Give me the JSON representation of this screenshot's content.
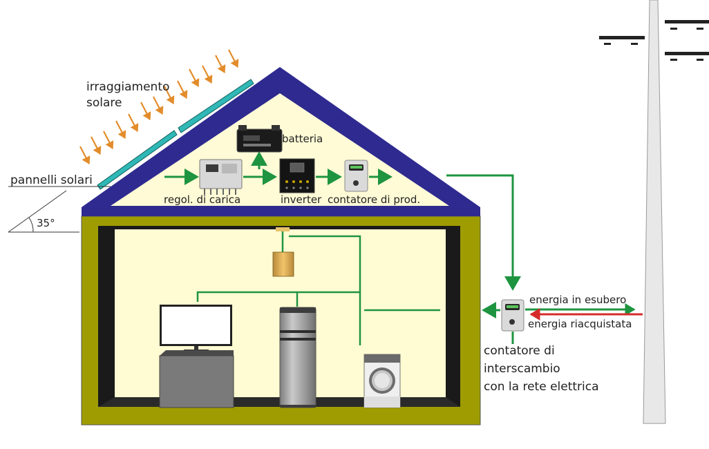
{
  "diagram": {
    "labels": {
      "irradiance": "irraggiamento",
      "irradiance_2": "solare",
      "solar_panels": "pannelli solari",
      "tilt_angle": "35°",
      "battery": "batteria",
      "charge_controller": "regol. di carica",
      "inverter": "inverter",
      "production_meter": "contatore di prod.",
      "excess_energy": "energia in esubero",
      "purchased_energy": "energia riacquistata",
      "exchange_meter_1": "contatore di",
      "exchange_meter_2": "interscambio",
      "exchange_meter_3": "con la rete elettrica"
    },
    "colors": {
      "roof": "#2e2a8f",
      "attic": "#fffbd6",
      "house_wall": "#9e9c00",
      "interior": "#fffbd2",
      "flow_green": "#1e9440",
      "flow_red": "#d62a2a",
      "sun_ray": "#e38c2a",
      "panel": "#2fb8b5",
      "pole": "#e8e8e8"
    }
  }
}
